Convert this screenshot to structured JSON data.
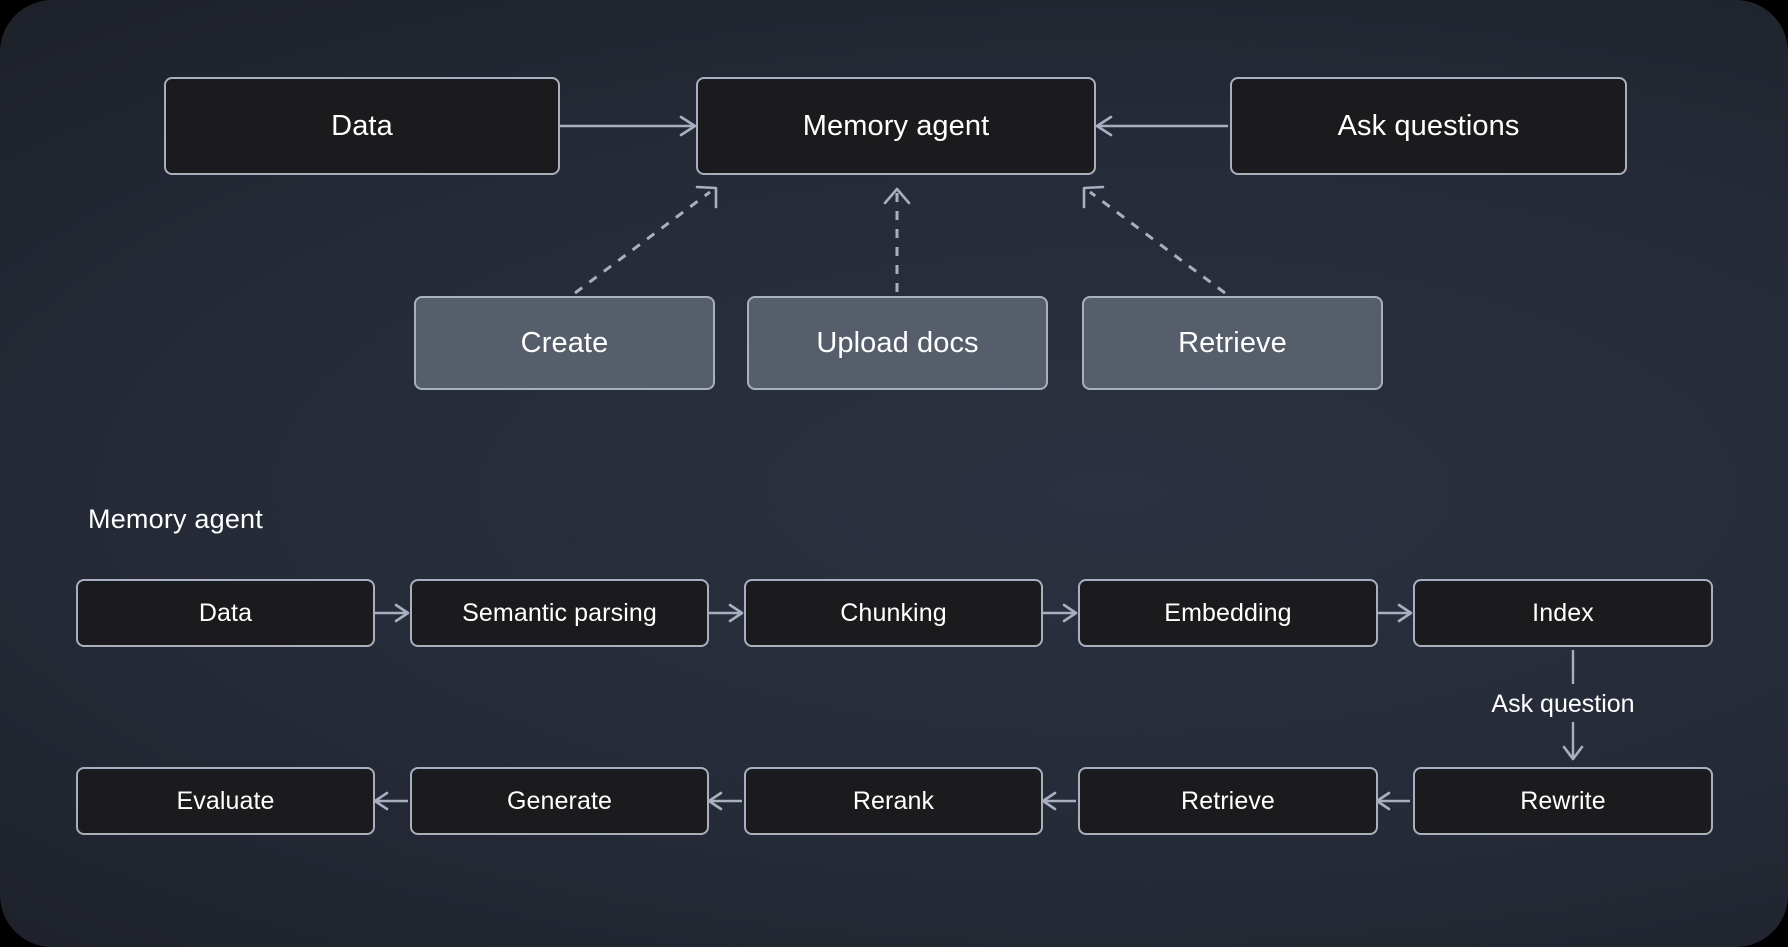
{
  "diagram": {
    "background_color": "#262b38",
    "box_border_color": "#a8b0c0",
    "box_dark_fill": "#1b1b1d",
    "box_slate_fill": "#565d6b",
    "connector_color": "#a8b0c0",
    "text_color": "#ffffff",
    "overview": {
      "nodes": {
        "data": "Data",
        "memory_agent": "Memory agent",
        "ask_questions": "Ask questions",
        "create": "Create",
        "upload_docs": "Upload docs",
        "retrieve": "Retrieve"
      }
    },
    "detail": {
      "section_title": "Memory agent",
      "ingest_row": [
        "Data",
        "Semantic parsing",
        "Chunking",
        "Embedding",
        "Index"
      ],
      "transition_label": "Ask question",
      "query_row": [
        "Evaluate",
        "Generate",
        "Rerank",
        "Retrieve",
        "Rewrite"
      ]
    }
  }
}
